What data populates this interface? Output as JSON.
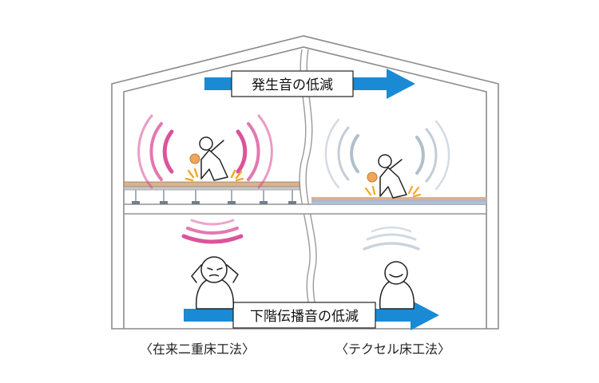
{
  "upper_label": "発生音の低減",
  "lower_label": "下階伝播音の低減",
  "left_caption": "〈在来二重床工法〉",
  "right_caption": "〈テクセル床工法〉",
  "colors": {
    "wall": "#8c8c8c",
    "arrow": "#1a8ad4",
    "loud_wave": "#d94b96",
    "quiet_wave": "#a9b8c6",
    "floor_board": "#d9b28f",
    "impact": "#f5a623"
  }
}
